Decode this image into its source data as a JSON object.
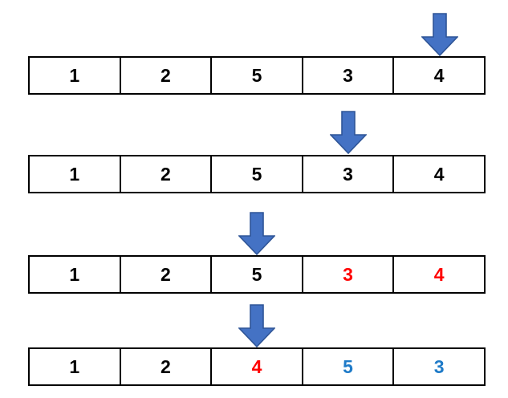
{
  "figure": {
    "title": "insertion-sort-step-diagram",
    "colors": {
      "arrow_fill": "#4472C4",
      "arrow_stroke": "#2F5597",
      "cell_border": "#000000",
      "digit_black": "#000000",
      "digit_red": "#FF0000",
      "digit_blue": "#1F7BC8",
      "background": "#FFFFFF"
    }
  },
  "chart_data": {
    "type": "table",
    "title": "",
    "xlabel": "",
    "ylabel": "",
    "columns": 5,
    "rows": 4,
    "steps": [
      {
        "index": 1,
        "values": [
          "1",
          "2",
          "5",
          "3",
          "4"
        ],
        "colors": [
          "black",
          "black",
          "black",
          "black",
          "black"
        ],
        "pointer_column": 5
      },
      {
        "index": 2,
        "values": [
          "1",
          "2",
          "5",
          "3",
          "4"
        ],
        "colors": [
          "black",
          "black",
          "black",
          "black",
          "black"
        ],
        "pointer_column": 4
      },
      {
        "index": 3,
        "values": [
          "1",
          "2",
          "5",
          "3",
          "4"
        ],
        "colors": [
          "black",
          "black",
          "black",
          "red",
          "red"
        ],
        "pointer_column": 3
      },
      {
        "index": 4,
        "values": [
          "1",
          "2",
          "4",
          "5",
          "3"
        ],
        "colors": [
          "black",
          "black",
          "red",
          "blue",
          "blue"
        ],
        "pointer_column": 3
      }
    ]
  },
  "arrows": [
    {
      "name": "pointer-arrow-row-1",
      "direction": "down",
      "target_column": 5
    },
    {
      "name": "pointer-arrow-row-2",
      "direction": "down",
      "target_column": 4
    },
    {
      "name": "pointer-arrow-row-3",
      "direction": "down",
      "target_column": 3
    },
    {
      "name": "pointer-arrow-row-4",
      "direction": "down",
      "target_column": 3
    }
  ]
}
